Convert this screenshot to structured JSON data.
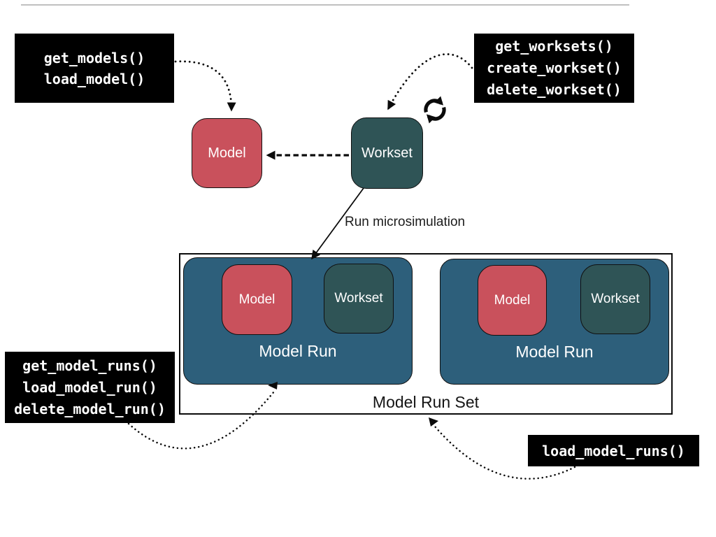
{
  "colors": {
    "model_red": "#C9515C",
    "workset_teal": "#2F5456",
    "model_run_blue": "#2D5F7B",
    "api_box_bg": "#000000",
    "api_box_text": "#FFFFFF",
    "line_black": "#0B0B0B"
  },
  "api_boxes": {
    "model_api": {
      "lines": [
        "get_models()",
        "load_model()"
      ]
    },
    "workset_api": {
      "lines": [
        "get_worksets()",
        "create_workset()",
        "delete_workset()"
      ]
    },
    "model_run_api": {
      "lines": [
        "get_model_runs()",
        "load_model_run()",
        "delete_model_run()"
      ]
    },
    "load_model_runs_api": {
      "lines": [
        "load_model_runs()"
      ]
    }
  },
  "nodes": {
    "model": {
      "label": "Model"
    },
    "workset": {
      "label": "Workset"
    },
    "model_run_set": {
      "label": "Model Run Set"
    },
    "model_run_1": {
      "label": "Model Run",
      "model": "Model",
      "workset": "Workset"
    },
    "model_run_2": {
      "label": "Model Run",
      "model": "Model",
      "workset": "Workset"
    }
  },
  "annotations": {
    "run_microsimulation": "Run microsimulation"
  },
  "icons": {
    "refresh": "circular-arrows-refresh"
  }
}
